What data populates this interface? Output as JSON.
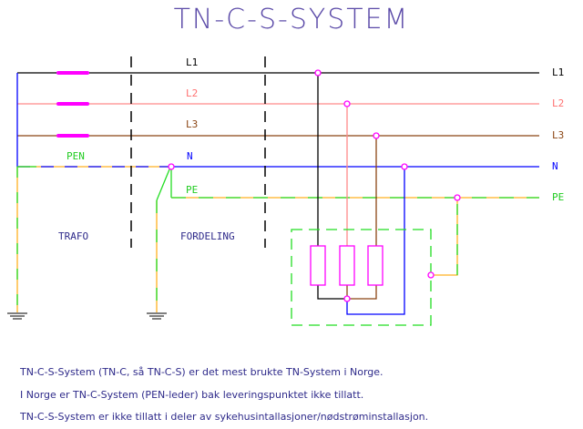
{
  "title": "TN-C-S-SYSTEM",
  "labels": {
    "l1": "L1",
    "l2": "L2",
    "l3": "L3",
    "pen": "PEN",
    "n": "N",
    "pe": "PE",
    "trafo": "TRAFO",
    "fordeling": "FORDELING"
  },
  "end_labels": {
    "l1": "L1",
    "l2": "L2",
    "l3": "L3",
    "n": "N",
    "pe": "PE"
  },
  "notes": [
    "TN-C-S-System (TN-C, så TN-C-S) er det mest brukte TN-System i Norge.",
    "I Norge er TN-C-System (PEN-leder) bak leveringspunktet ikke tillatt.",
    "TN-C-S-System er ikke tillatt i deler av sykehusintallasjoner/nødstrøminstallasjon."
  ],
  "colors": {
    "l1": "#000000",
    "l2": "#ff8080",
    "l3": "#8b4513",
    "n": "#0000ff",
    "pe_green": "#22dd22",
    "pe_orange": "#ffb020",
    "magenta": "#ff00ff",
    "text": "#2e2a8a"
  }
}
